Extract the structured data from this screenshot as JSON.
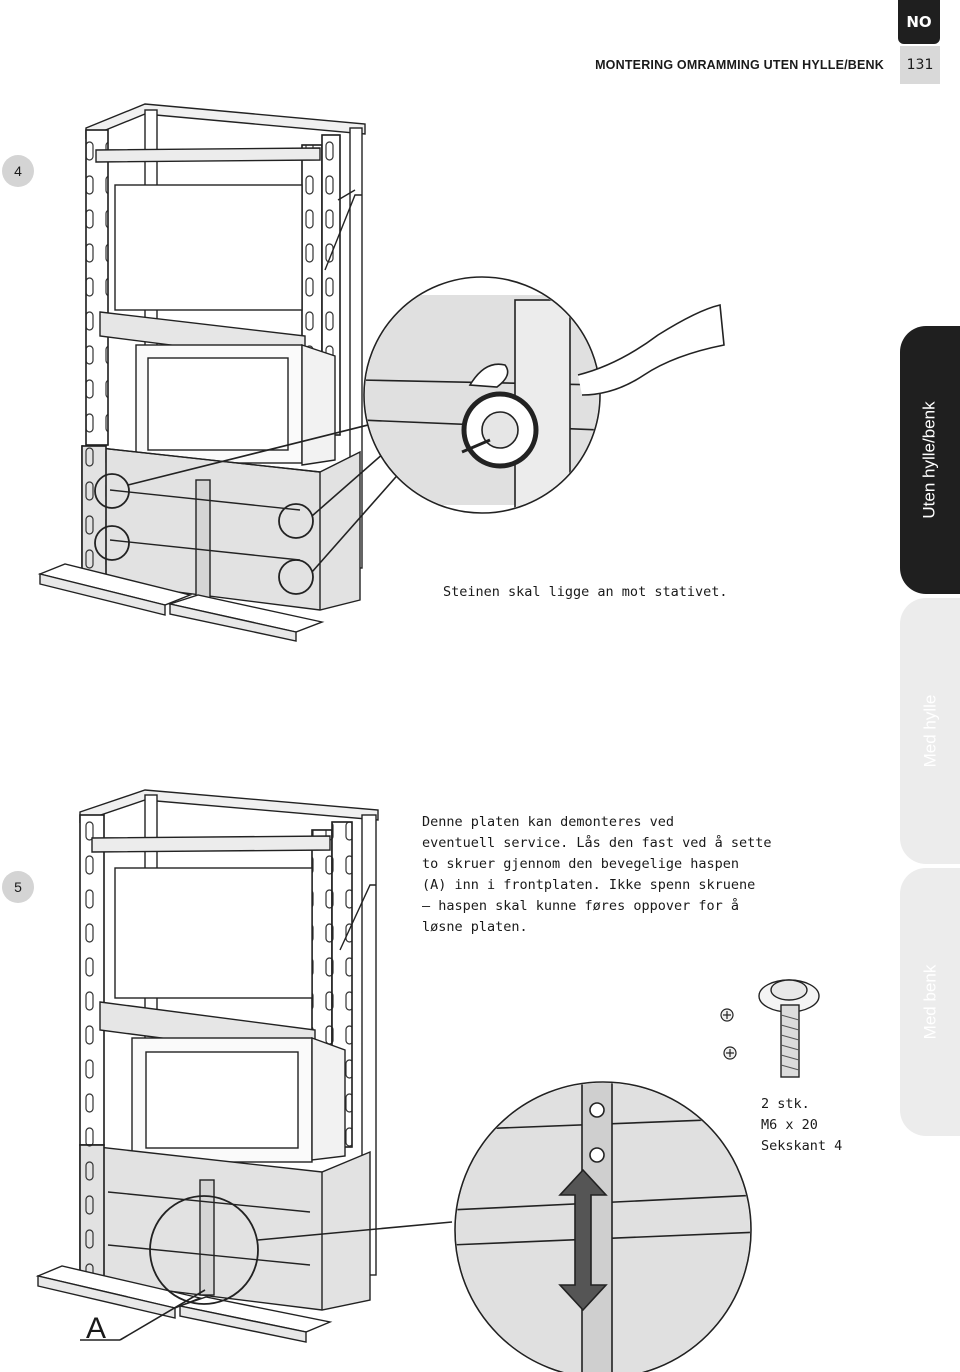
{
  "header": {
    "language": "NO",
    "title": "MONTERING OMRAMMING UTEN HYLLE/BENK",
    "page_number": "131"
  },
  "side_tabs": [
    {
      "label": "Uten hylle/benk",
      "active": true
    },
    {
      "label": "Med hylle",
      "active": false
    },
    {
      "label": "Med benk",
      "active": false
    }
  ],
  "steps": [
    {
      "number": "4",
      "caption": "Steinen skal ligge an mot stativet."
    },
    {
      "number": "5",
      "caption_lines": [
        "Denne platen kan demonteres ved",
        "eventuell service. Lås den fast ved å sette",
        "to skruer gjennom den bevegelige haspen",
        "(A) inn i frontplaten. Ikke spenn skruene",
        "– haspen skal kunne føres oppover for å",
        "løsne platen."
      ],
      "callout_label": "A"
    }
  ],
  "screw_spec": {
    "quantity": "2 stk.",
    "size": "M6 x 20",
    "drive": "Sekskant 4"
  },
  "colors": {
    "active_tab": "#1f1f1f",
    "inactive_tab": "#ececec",
    "step_badge": "#d4d4d4",
    "panel_fill": "#e2e2e2"
  }
}
